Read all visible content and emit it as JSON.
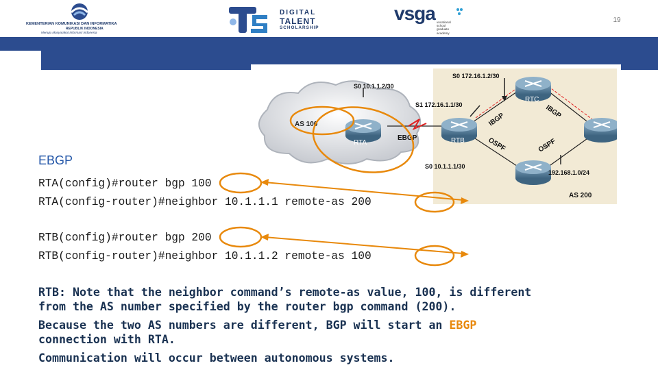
{
  "header": {
    "kominfo_logo": {
      "line1": "KEMENTERIAN KOMUNIKASI DAN INFORMATIKA",
      "line2": "REPUBLIK INDONESIA",
      "tagline": "Menuju Masyarakat Informasi Indonesia"
    },
    "dts_logo": {
      "line1": "DIGITAL",
      "line2": "TALENT",
      "line3": "SCHOLARSHIP"
    },
    "vsga_logo": {
      "name": "vsga",
      "line1": "vocational",
      "line2": "school",
      "line3": "graduate",
      "line4": "academy"
    },
    "page_number": "19"
  },
  "diagram": {
    "cloud_label": "AS 100",
    "as200_label": "AS 200",
    "routers": {
      "rta": "RTA",
      "rtb": "RTB",
      "rtc": "RTC"
    },
    "link_labels": {
      "ebgp": "EBGP",
      "ibgp_left": "IBGP",
      "ibgp_right": "IBGP",
      "ospf_left": "OSPF",
      "ospf_right": "OSPF"
    },
    "interfaces": {
      "rta_s0": "S0 10.1.1.2/30",
      "rtc_s0": "S0 172.16.1.2/30",
      "rtb_s1": "S1 172.16.1.1/30",
      "rtb_s0": "S0 10.1.1.1/30",
      "lan": "192.168.1.0/24"
    }
  },
  "content": {
    "heading": "EBGP",
    "code": {
      "rta_line1": "RTA(config)#router bgp 100",
      "rta_line2": "RTA(config-router)#neighbor 10.1.1.1 remote-as 200",
      "rtb_line1": "RTB(config)#router bgp 200",
      "rtb_line2": "RTB(config-router)#neighbor 10.1.1.2 remote-as 100"
    },
    "note": {
      "line1": "RTB: Note that the neighbor command’s remote-as value, 100, is different",
      "line2": "from the AS number specified by the router bgp command (200).",
      "line3_before": "Because the two AS numbers are different, BGP will start an ",
      "line3_highlight": "EBGP",
      "line4": "connection with RTA.",
      "line5": "Communication will occur between autonomous systems."
    }
  },
  "colors": {
    "band_blue": "#2c4c8f",
    "annotation_orange": "#e8890c",
    "heading_blue": "#2457a8",
    "diagram_bg": "#f2ead5"
  }
}
